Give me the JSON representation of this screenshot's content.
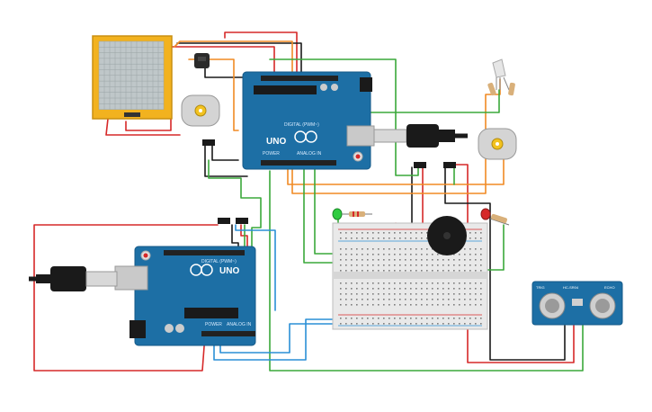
{
  "arduino_top": {
    "brand": "UNO",
    "digital_header": "DIGITAL (PWM~)",
    "analog_header": "ANALOG IN",
    "power_header": "POWER"
  },
  "arduino_bottom": {
    "brand": "UNO",
    "digital_header": "DIGITAL (PWM~)",
    "analog_header": "ANALOG IN",
    "power_header": "POWER"
  },
  "ultrasonic": {
    "left_label": "TRIG",
    "right_label": "ECHO",
    "model": "HC-SR04"
  },
  "colors": {
    "board": "#1d6fa5",
    "wire_red": "#d62828",
    "wire_black": "#1a1a1a",
    "wire_green": "#3aa83a",
    "wire_orange": "#f08a24",
    "wire_blue": "#2a8fd6",
    "lcd_frame": "#f2b21f",
    "breadboard": "#e9e9e9"
  },
  "icons": [
    "motor-icon",
    "buzzer-icon",
    "led-icon",
    "usb-cable-icon",
    "ultrasonic-sensor-icon",
    "temperature-sensor-icon"
  ]
}
